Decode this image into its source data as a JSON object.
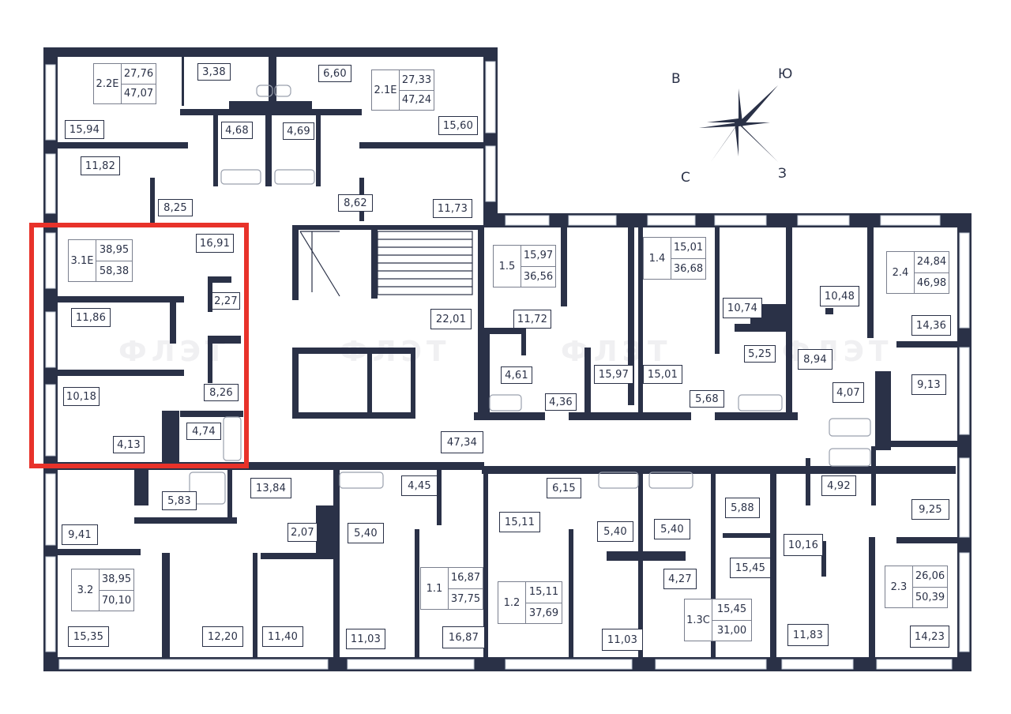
{
  "colors": {
    "wall": "#2a3147",
    "window": "#c7ced8",
    "highlight": "#e8322a",
    "fixture": "#9aa0ad"
  },
  "compass": {
    "v": "В",
    "yu": "Ю",
    "s": "С",
    "z": "З"
  },
  "watermark": "ФЛЭТ",
  "highlight_apartment": "3.1E",
  "apartments": [
    {
      "code": "2.2Е",
      "living": "27,76",
      "total": "47,07"
    },
    {
      "code": "2.1Е",
      "living": "27,33",
      "total": "47,24"
    },
    {
      "code": "3.1Е",
      "living": "38,95",
      "total": "58,38"
    },
    {
      "code": "1.5",
      "living": "15,97",
      "total": "36,56"
    },
    {
      "code": "1.4",
      "living": "15,01",
      "total": "36,68"
    },
    {
      "code": "2.4",
      "living": "24,84",
      "total": "46,98"
    },
    {
      "code": "3.2",
      "living": "38,95",
      "total": "70,10"
    },
    {
      "code": "1.1",
      "living": "16,87",
      "total": "37,75"
    },
    {
      "code": "1.2",
      "living": "15,11",
      "total": "37,69"
    },
    {
      "code": "1.3С",
      "living": "15,45",
      "total": "31,00"
    },
    {
      "code": "2.3",
      "living": "26,06",
      "total": "50,39"
    }
  ],
  "rooms": [
    "3,38",
    "6,60",
    "15,94",
    "15,60",
    "4,68",
    "4,69",
    "11,82",
    "8,25",
    "8,62",
    "11,73",
    "16,91",
    "2,27",
    "11,86",
    "8,26",
    "10,18",
    "4,74",
    "4,13",
    "22,01",
    "11,72",
    "4,61",
    "4,36",
    "15,97",
    "15,01",
    "5,68",
    "10,74",
    "5,25",
    "10,48",
    "8,94",
    "14,36",
    "4,07",
    "9,13",
    "47,34",
    "5,83",
    "13,84",
    "4,45",
    "6,15",
    "5,88",
    "4,92",
    "9,25",
    "9,41",
    "2,07",
    "5,40",
    "15,11",
    "5,40",
    "5,40",
    "10,16",
    "4,27",
    "15,45",
    "15,35",
    "12,20",
    "11,40",
    "11,03",
    "16,87",
    "11,03",
    "11,83",
    "14,23"
  ]
}
